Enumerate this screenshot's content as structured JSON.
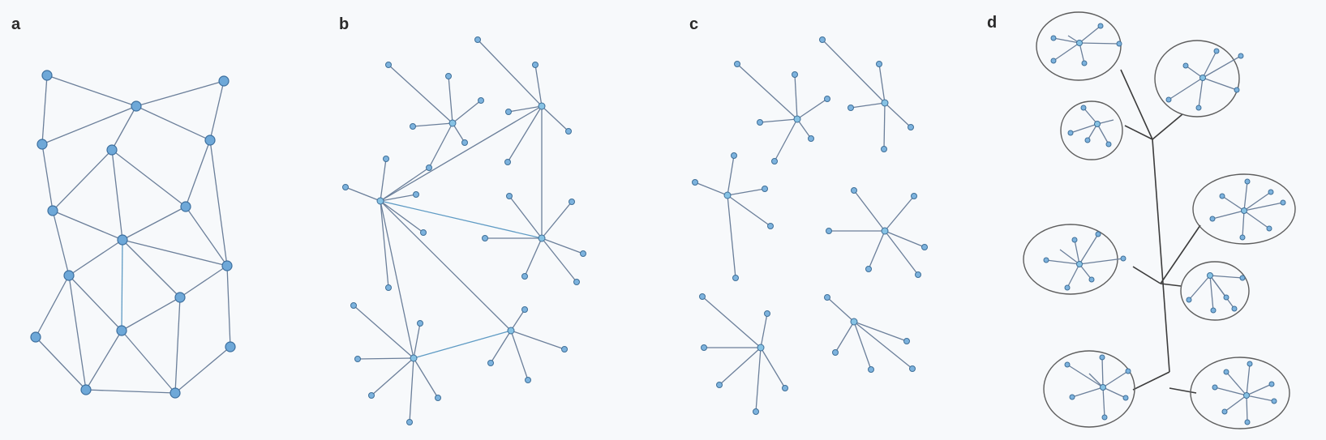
{
  "panels": [
    {
      "label": "a"
    },
    {
      "label": "b"
    },
    {
      "label": "c"
    },
    {
      "label": "d"
    }
  ],
  "colors": {
    "node_fill": "#6ea8d8",
    "node_stroke": "#3d6f9e",
    "edge": "#6b7f9a",
    "background": "#f7f9fb"
  }
}
